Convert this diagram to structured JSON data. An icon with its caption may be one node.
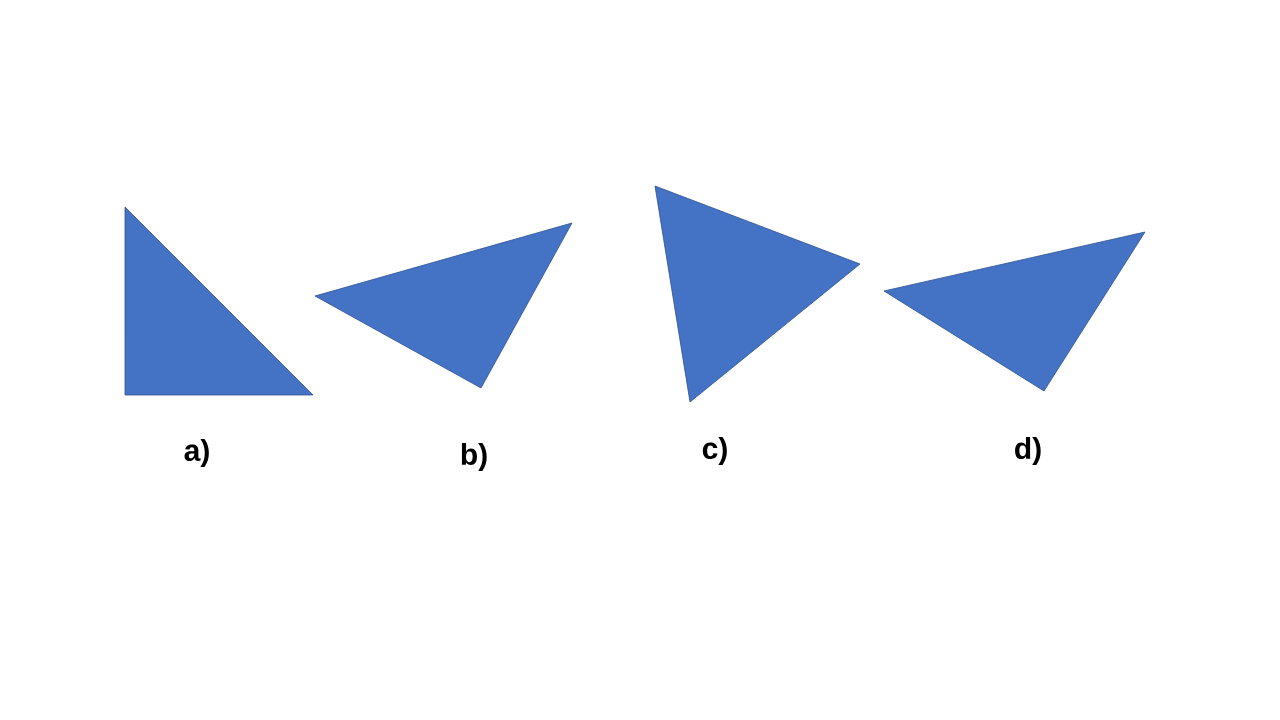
{
  "diagram": {
    "nodes": [
      {
        "text": [],
        "shape": "triangle",
        "beside": [
          "a)"
        ]
      },
      {
        "text": [],
        "shape": "triangle",
        "beside": [
          "b)"
        ]
      },
      {
        "text": [],
        "shape": "triangle",
        "beside": [
          "c)"
        ]
      },
      {
        "text": [],
        "shape": "triangle",
        "beside": [
          "d)"
        ]
      }
    ]
  }
}
